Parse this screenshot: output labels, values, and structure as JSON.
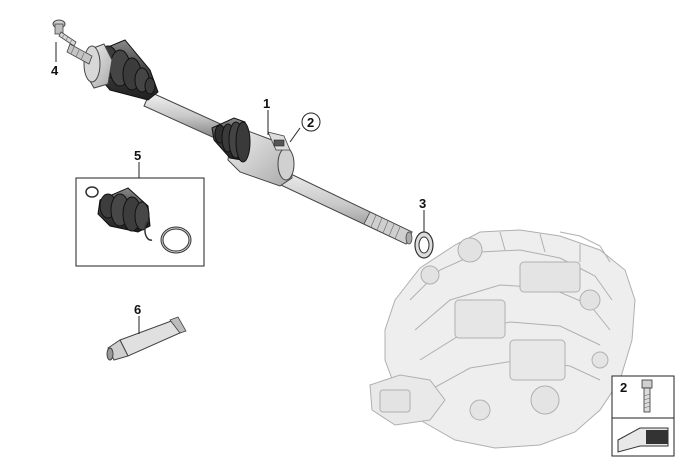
{
  "diagram": {
    "callouts": {
      "driveshaft": "1",
      "bolt_ref": "2",
      "seal_ring": "3",
      "outer_bolt": "4",
      "boot_kit": "5",
      "grease_tube": "6",
      "legend_bolt": "2"
    },
    "colors": {
      "part_fill": "#e2e2e2",
      "part_shade": "#9a9a9a",
      "part_dark": "#4a4a4a",
      "transmission_fill": "#ececec",
      "transmission_line": "#b5b5b5",
      "line": "#222222"
    },
    "icons": [
      "bolt-icon",
      "arrow-legend-icon"
    ]
  }
}
